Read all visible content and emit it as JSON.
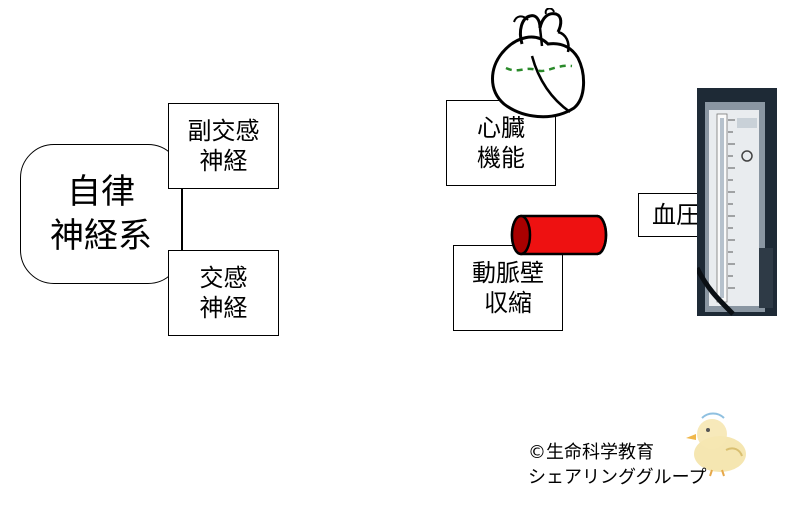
{
  "nodes": {
    "autonomic": [
      "自律",
      "神経系"
    ],
    "parasympathetic": [
      "副交感",
      "神経"
    ],
    "sympathetic": [
      "交感",
      "神経"
    ],
    "heart_function": [
      "心臓",
      "機能"
    ],
    "arterial_contraction": [
      "動脈壁",
      "収縮"
    ],
    "blood_pressure": "血圧"
  },
  "footer": {
    "line1": "©生命科学教育",
    "line2": "シェアリンググループ"
  },
  "colors": {
    "artery_red": "#ee1111",
    "artery_dark": "#aa0000",
    "heart_accent": "#2a8a2a"
  }
}
